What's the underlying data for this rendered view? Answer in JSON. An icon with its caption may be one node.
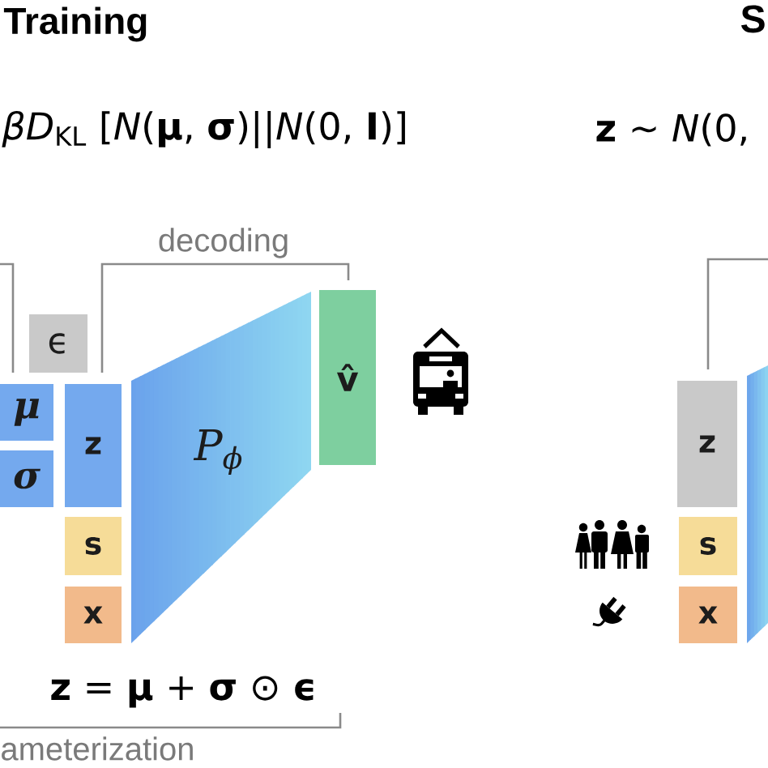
{
  "diagram": {
    "title": "Training",
    "nodes": [
      {
        "text": [
          "ϵ"
        ]
      },
      {
        "text": [
          "μ"
        ]
      },
      {
        "text": [
          "σ"
        ]
      },
      {
        "text": [
          "z"
        ]
      },
      {
        "text": [
          "s"
        ]
      },
      {
        "text": [
          "x"
        ]
      },
      {
        "text": [
          "P$_{ϕ}$"
        ]
      },
      {
        "text": [
          "v̂"
        ]
      },
      {
        "text": [
          "z"
        ]
      },
      {
        "text": [
          "s"
        ]
      },
      {
        "text": [
          "x"
        ]
      },
      {
        "text": [],
        "shape": "trapezoid"
      }
    ],
    "labels": [
      "S",
      "*βD*$_{KL}$ [*N*(**μ**, **σ**)||*N*(0, **I**)]",
      "**z** ∼ *N*(0,",
      "decoding",
      "**z** = **μ** + **σ** ⊙ **ϵ**",
      "ameterization"
    ]
  }
}
